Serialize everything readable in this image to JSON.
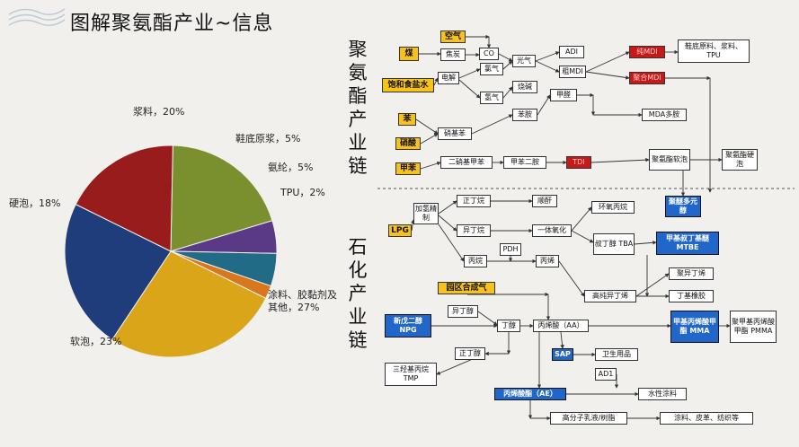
{
  "title": "图解聚氨酯产业~信息",
  "colors": {
    "accent": "#1a73e8",
    "yellow": "#f7c21a",
    "red": "#c81818",
    "blue": "#2167c9"
  },
  "chart_data": {
    "type": "pie",
    "title": "",
    "slices": [
      {
        "label": "浆料",
        "value": 20,
        "text": "浆料，20%",
        "color": "#7a8f2e"
      },
      {
        "label": "鞋底原浆",
        "value": 5,
        "text": "鞋底原浆，5%",
        "color": "#5a3a86"
      },
      {
        "label": "氨纶",
        "value": 5,
        "text": "氨纶，5%",
        "color": "#226b87"
      },
      {
        "label": "TPU",
        "value": 2,
        "text": "TPU，2%",
        "color": "#d8771d"
      },
      {
        "label": "涂料、胶黏剂及其他",
        "value": 27,
        "text": "涂料、胶黏剂及\n其他，27%",
        "color": "#dba519"
      },
      {
        "label": "软泡",
        "value": 23,
        "text": "软泡，23%",
        "color": "#1e3d7a"
      },
      {
        "label": "硬泡",
        "value": 18,
        "text": "硬泡，18%",
        "color": "#991c1c"
      }
    ]
  },
  "chains": {
    "pu_chain": "聚氨酯产业链",
    "petro_chain": "石化产业链"
  },
  "boxes": {
    "kongqi": "空气",
    "mei": "煤",
    "jiaotan": "焦炭",
    "co": "CO",
    "baohe": "饱和食盐水",
    "dianjie": "电解",
    "lvqi": "氯气",
    "qingqi": "氢气",
    "guangqi": "光气",
    "shaojian": "烧碱",
    "adi": "ADI",
    "cmdi": "粗MDI",
    "kmdi": "纯MDI",
    "jmdi": "聚合MDI",
    "xiedi": "鞋底原料、浆料、TPU",
    "ben": "苯",
    "xiaosuan": "硝酸",
    "jiaben": "甲苯",
    "xiaojiben": "硝基苯",
    "benan": "苯胺",
    "jiaquan": "甲醛",
    "mda": "MDA多胺",
    "erxiao": "二硝基甲苯",
    "jiaben_eran": "甲苯二胺",
    "tdi": "TDI",
    "pu_soft": "聚氨酯软泡",
    "pu_hard": "聚氨酯硬泡",
    "polyol": "聚醚多元醇",
    "lpg": "LPG",
    "jiaqing": "加氢精制",
    "zhengdingwan": "正丁烷",
    "shunmi": "顺酐",
    "yidingwan": "异丁烷",
    "yitihua": "一体氧化",
    "huanyang": "环氧丙烷",
    "tba": "叔丁醇 TBA",
    "mtbe": "甲基叔丁基醚 MTBE",
    "pdh": "PDH",
    "bingwan": "丙烷",
    "bingxi": "丙烯",
    "yuanqu": "园区合成气",
    "jubz": "聚异丁烯",
    "gaochun": "高纯异丁烯",
    "dingji": "丁基橡胶",
    "xinwu": "新戊二醇 NPG",
    "yidingchun": "异丁醇",
    "dingchun": "丁醇",
    "bingxisuan": "丙烯酸（AA）",
    "mma": "甲基丙烯酸甲酯 MMA",
    "pmma": "聚甲基丙烯酸甲酯 PMMA",
    "sap": "SAP",
    "weisheng": "卫生用品",
    "zhengdingchun": "正丁醇",
    "sanhuan": "三羟基丙烷 TMP",
    "adi2": "AD1",
    "ae": "丙烯酸酯（AE）",
    "shuixing": "水性涂料",
    "gaofenzi": "高分子乳液/树脂",
    "tuliao": "涂料、皮革、纺织等"
  }
}
